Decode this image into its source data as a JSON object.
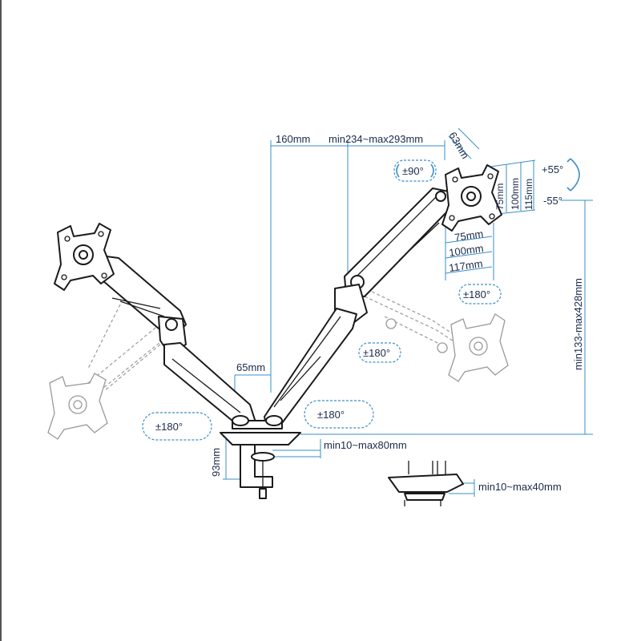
{
  "dimensions": {
    "reach_left": "160mm",
    "reach_range": "min234~max293mm",
    "tilt_depth": "63mm",
    "pole_offset": "65mm",
    "clamp_height": "93mm",
    "desk_clamp": "min10~max80mm",
    "grommet_clamp": "min10~max40mm",
    "height_range": "min133-max428mm",
    "vesa_h_75": "75mm",
    "vesa_h_100": "100mm",
    "vesa_h_115": "115mm",
    "vesa_w_75": "75mm",
    "vesa_w_100": "100mm",
    "vesa_w_117": "117mm"
  },
  "rotations": {
    "screen_rotate": "±90°",
    "tilt_up": "+55°",
    "tilt_down": "-55°",
    "swivel_screen": "±180°",
    "swivel_elbow": "±180°",
    "swivel_base_right": "±180°",
    "swivel_base_left": "±180°"
  },
  "colors": {
    "dimension_line": "#3a8fc9",
    "outline": "#1b1b1b",
    "ghost": "#9a9a9a",
    "text": "#1a2a4a"
  }
}
